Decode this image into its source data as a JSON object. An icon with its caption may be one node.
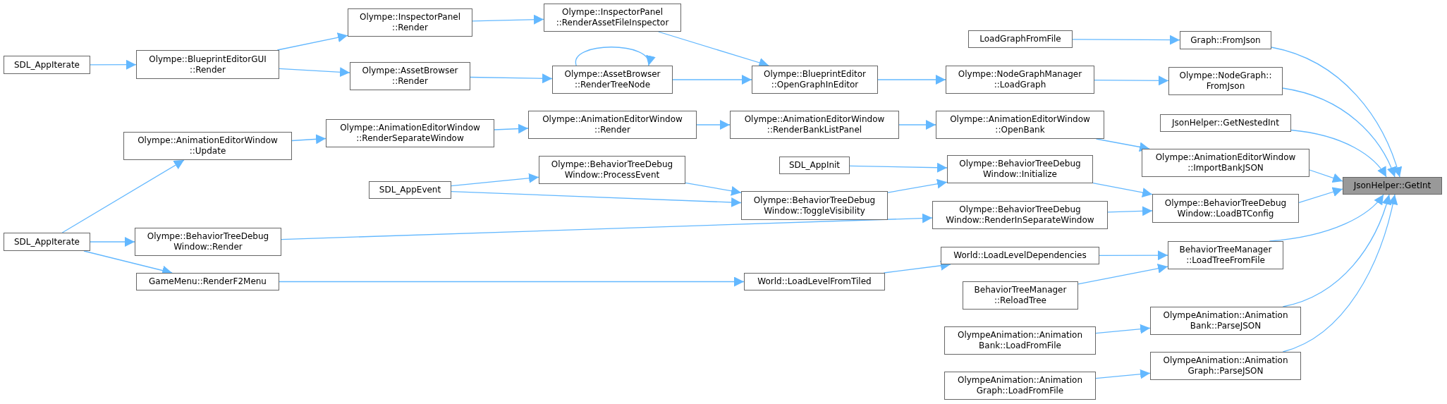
{
  "diagram": {
    "nodes": [
      {
        "text": [
          "SDL_AppIterate"
        ]
      },
      {
        "text": [
          "Olympe::BlueprintEditorGUI ::Render"
        ]
      },
      {
        "text": [
          "Olympe::InspectorPanel ::Render"
        ]
      },
      {
        "text": [
          "Olympe::AssetBrowser ::Render"
        ]
      },
      {
        "text": [
          "Olympe::InspectorPanel ::RenderAssetFileInspector"
        ]
      },
      {
        "text": [
          "Olympe::AssetBrowser ::RenderTreeNode"
        ]
      },
      {
        "text": [
          "Olympe::BlueprintEditor ::OpenGraphInEditor"
        ]
      },
      {
        "text": [
          "Olympe::NodeGraphManager ::LoadGraph"
        ]
      },
      {
        "text": [
          "LoadGraphFromFile"
        ]
      },
      {
        "text": [
          "Graph::FromJson"
        ]
      },
      {
        "text": [
          "Olympe::NodeGraph:: FromJson"
        ]
      },
      {
        "text": [
          "SDL_AppIterate"
        ]
      },
      {
        "text": [
          "Olympe::AnimationEditorWindow ::Update"
        ]
      },
      {
        "text": [
          "Olympe::AnimationEditorWindow ::RenderSeparateWindow"
        ]
      },
      {
        "text": [
          "Olympe::AnimationEditorWindow ::Render"
        ]
      },
      {
        "text": [
          "Olympe::AnimationEditorWindow ::RenderBankListPanel"
        ]
      },
      {
        "text": [
          "Olympe::AnimationEditorWindow ::OpenBank"
        ]
      },
      {
        "text": [
          "JsonHelper::GetNestedInt"
        ]
      },
      {
        "text": [
          "Olympe::AnimationEditorWindow ::ImportBankJSON"
        ]
      },
      {
        "text": [
          "SDL_AppEvent"
        ]
      },
      {
        "text": [
          "Olympe::BehaviorTreeDebug Window::ProcessEvent"
        ]
      },
      {
        "text": [
          "Olympe::BehaviorTreeDebug Window::ToggleVisibility"
        ]
      },
      {
        "text": [
          "SDL_AppInit"
        ]
      },
      {
        "text": [
          "Olympe::BehaviorTreeDebug Window::Initialize"
        ]
      },
      {
        "text": [
          "Olympe::BehaviorTreeDebug Window::LoadBTConfig"
        ]
      },
      {
        "text": [
          "JsonHelper::GetInt"
        ]
      },
      {
        "text": [
          "Olympe::BehaviorTreeDebug Window::Render"
        ]
      },
      {
        "text": [
          "Olympe::BehaviorTreeDebug Window::RenderInSeparateWindow"
        ]
      },
      {
        "text": [
          "GameMenu::RenderF2Menu"
        ]
      },
      {
        "text": [
          "World::LoadLevelFromTiled"
        ]
      },
      {
        "text": [
          "World::LoadLevelDependencies"
        ]
      },
      {
        "text": [
          "BehaviorTreeManager ::LoadTreeFromFile"
        ]
      },
      {
        "text": [
          "BehaviorTreeManager ::ReloadTree"
        ]
      },
      {
        "text": [
          "OlympeAnimation::Animation Bank::ParseJSON"
        ]
      },
      {
        "text": [
          "OlympeAnimation::Animation Bank::LoadFromFile"
        ]
      },
      {
        "text": [
          "OlympeAnimation::Animation Graph::ParseJSON"
        ]
      },
      {
        "text": [
          "OlympeAnimation::Animation Graph::LoadFromFile"
        ]
      }
    ],
    "edges": [
      {
        "from": 0,
        "to": 1,
        "arrow": "to"
      },
      {
        "from": 1,
        "to": 2,
        "arrow": "to"
      },
      {
        "from": 1,
        "to": 3,
        "arrow": "to"
      },
      {
        "from": 2,
        "to": 4,
        "arrow": "to"
      },
      {
        "from": 3,
        "to": 5,
        "arrow": "to"
      },
      {
        "from": 5,
        "to": 5,
        "arrow": "to"
      },
      {
        "from": 4,
        "to": 6,
        "arrow": "to"
      },
      {
        "from": 5,
        "to": 6,
        "arrow": "to"
      },
      {
        "from": 6,
        "to": 7,
        "arrow": "to"
      },
      {
        "from": 7,
        "to": 10,
        "arrow": "to"
      },
      {
        "from": 8,
        "to": 9,
        "arrow": "to"
      },
      {
        "from": 9,
        "to": 25,
        "arrow": "to"
      },
      {
        "from": 10,
        "to": 25,
        "arrow": "to"
      },
      {
        "from": 17,
        "to": 25,
        "arrow": "to"
      },
      {
        "from": 18,
        "to": 25,
        "arrow": "to"
      },
      {
        "from": 24,
        "to": 25,
        "arrow": "to"
      },
      {
        "from": 31,
        "to": 25,
        "arrow": "to"
      },
      {
        "from": 33,
        "to": 25,
        "arrow": "to"
      },
      {
        "from": 35,
        "to": 25,
        "arrow": "to"
      },
      {
        "from": 11,
        "to": 12,
        "arrow": "to"
      },
      {
        "from": 12,
        "to": 13,
        "arrow": "to"
      },
      {
        "from": 13,
        "to": 14,
        "arrow": "to"
      },
      {
        "from": 14,
        "to": 15,
        "arrow": "to"
      },
      {
        "from": 15,
        "to": 16,
        "arrow": "to"
      },
      {
        "from": 16,
        "to": 18,
        "arrow": "to"
      },
      {
        "from": 11,
        "to": 26,
        "arrow": "to"
      },
      {
        "from": 11,
        "to": 28,
        "arrow": "to"
      },
      {
        "from": 19,
        "to": 20,
        "arrow": "to"
      },
      {
        "from": 19,
        "to": 21,
        "arrow": "to"
      },
      {
        "from": 20,
        "to": 21,
        "arrow": "to"
      },
      {
        "from": 22,
        "to": 23,
        "arrow": "to"
      },
      {
        "from": 21,
        "to": 23,
        "arrow": "to"
      },
      {
        "from": 23,
        "to": 24,
        "arrow": "to"
      },
      {
        "from": 26,
        "to": 27,
        "arrow": "to"
      },
      {
        "from": 27,
        "to": 24,
        "arrow": "to"
      },
      {
        "from": 28,
        "to": 29,
        "arrow": "to"
      },
      {
        "from": 29,
        "to": 30,
        "arrow": "to"
      },
      {
        "from": 30,
        "to": 31,
        "arrow": "to"
      },
      {
        "from": 32,
        "to": 31,
        "arrow": "to"
      },
      {
        "from": 34,
        "to": 33,
        "arrow": "to"
      },
      {
        "from": 36,
        "to": 35,
        "arrow": "to"
      }
    ]
  }
}
